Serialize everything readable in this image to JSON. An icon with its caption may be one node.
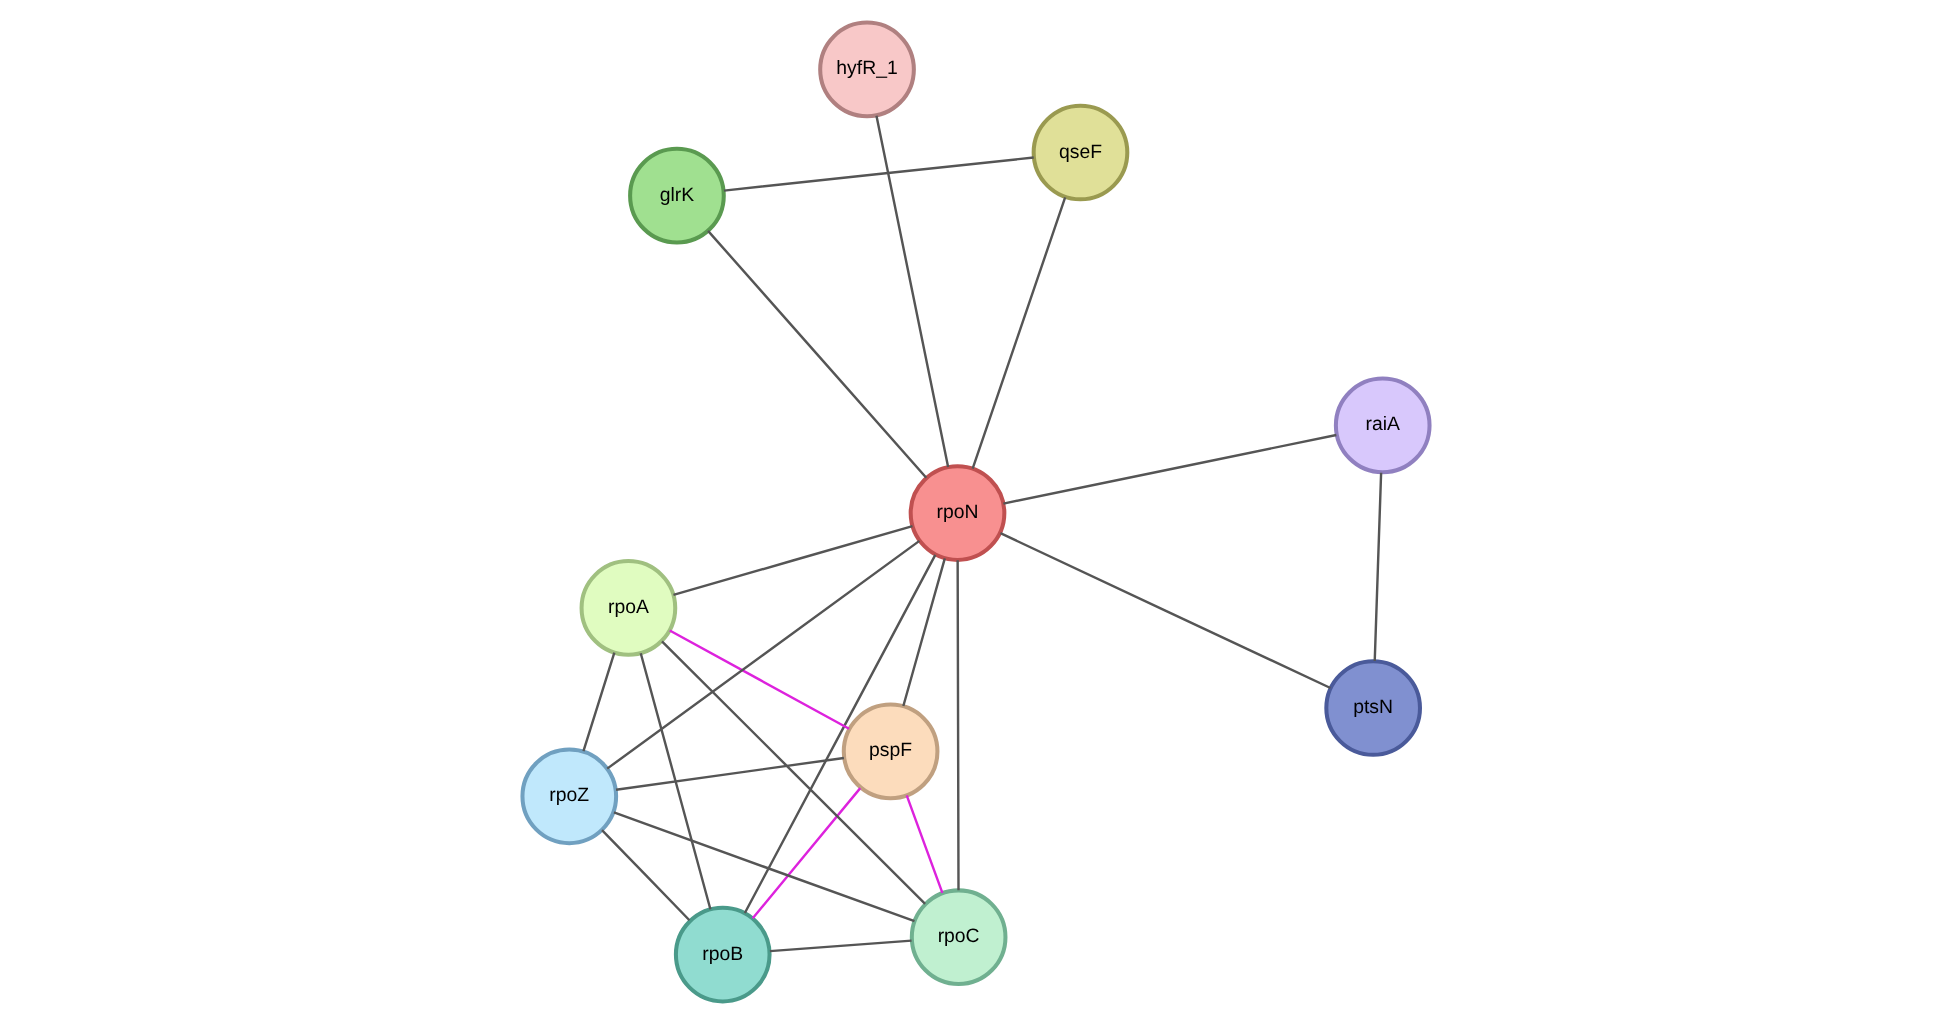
{
  "diagram": {
    "nodes": [
      {
        "text": [
          "glrK"
        ]
      },
      {
        "text": [
          "qseF"
        ]
      },
      {
        "text": [
          "rpoB"
        ]
      },
      {
        "text": [
          "hyfR_1"
        ]
      },
      {
        "text": [
          "pspF"
        ]
      },
      {
        "text": [
          "rpoN"
        ]
      },
      {
        "text": [
          "rpoZ"
        ]
      },
      {
        "text": [
          "rpoC"
        ]
      },
      {
        "text": [
          "rpoA"
        ]
      },
      {
        "text": [
          "raiA"
        ]
      },
      {
        "text": [
          "ptsN"
        ]
      }
    ],
    "edges": [
      {
        "from": 0,
        "to": 1,
        "arrow": "none"
      },
      {
        "from": 0,
        "to": 5,
        "arrow": "none"
      },
      {
        "from": 1,
        "to": 5,
        "arrow": "none"
      },
      {
        "from": 3,
        "to": 5,
        "arrow": "none"
      },
      {
        "from": 2,
        "to": 4,
        "arrow": "none",
        "color": "#dd22dd"
      },
      {
        "from": 2,
        "to": 5,
        "arrow": "none"
      },
      {
        "from": 2,
        "to": 6,
        "arrow": "none"
      },
      {
        "from": 2,
        "to": 7,
        "arrow": "none"
      },
      {
        "from": 2,
        "to": 8,
        "arrow": "none"
      },
      {
        "from": 4,
        "to": 5,
        "arrow": "none"
      },
      {
        "from": 4,
        "to": 6,
        "arrow": "none"
      },
      {
        "from": 4,
        "to": 7,
        "arrow": "none",
        "color": "#dd22dd"
      },
      {
        "from": 4,
        "to": 8,
        "arrow": "none",
        "color": "#dd22dd"
      },
      {
        "from": 6,
        "to": 5,
        "arrow": "none"
      },
      {
        "from": 6,
        "to": 7,
        "arrow": "none"
      },
      {
        "from": 6,
        "to": 8,
        "arrow": "none"
      },
      {
        "from": 7,
        "to": 8,
        "arrow": "none"
      },
      {
        "from": 7,
        "to": 5,
        "arrow": "none"
      },
      {
        "from": 8,
        "to": 5,
        "arrow": "none"
      },
      {
        "from": 5,
        "to": 9,
        "arrow": "none"
      },
      {
        "from": 5,
        "to": 10,
        "arrow": "none"
      },
      {
        "from": 9,
        "to": 10,
        "arrow": "none"
      }
    ]
  }
}
